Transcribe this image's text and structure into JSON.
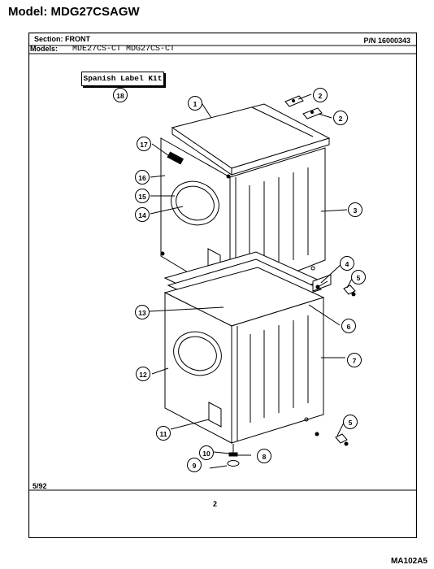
{
  "title": "Model:  MDG27CSAGW",
  "section_label": "Section:  FRONT",
  "part_number": "P/N  16000343",
  "models_label": "Models:",
  "models_value": "MDE27CS-CT   MDG27CS-CT",
  "kit_label": "Spanish Label Kit",
  "date": "5/92",
  "page_number": "2",
  "doc_code": "MA102A5",
  "callouts": [
    {
      "num": "1"
    },
    {
      "num": "2"
    },
    {
      "num": "2"
    },
    {
      "num": "3"
    },
    {
      "num": "4"
    },
    {
      "num": "5"
    },
    {
      "num": "6"
    },
    {
      "num": "7"
    },
    {
      "num": "5"
    },
    {
      "num": "8"
    },
    {
      "num": "9"
    },
    {
      "num": "10"
    },
    {
      "num": "11"
    },
    {
      "num": "12"
    },
    {
      "num": "13"
    },
    {
      "num": "14"
    },
    {
      "num": "15"
    },
    {
      "num": "16"
    },
    {
      "num": "17"
    },
    {
      "num": "18"
    }
  ]
}
